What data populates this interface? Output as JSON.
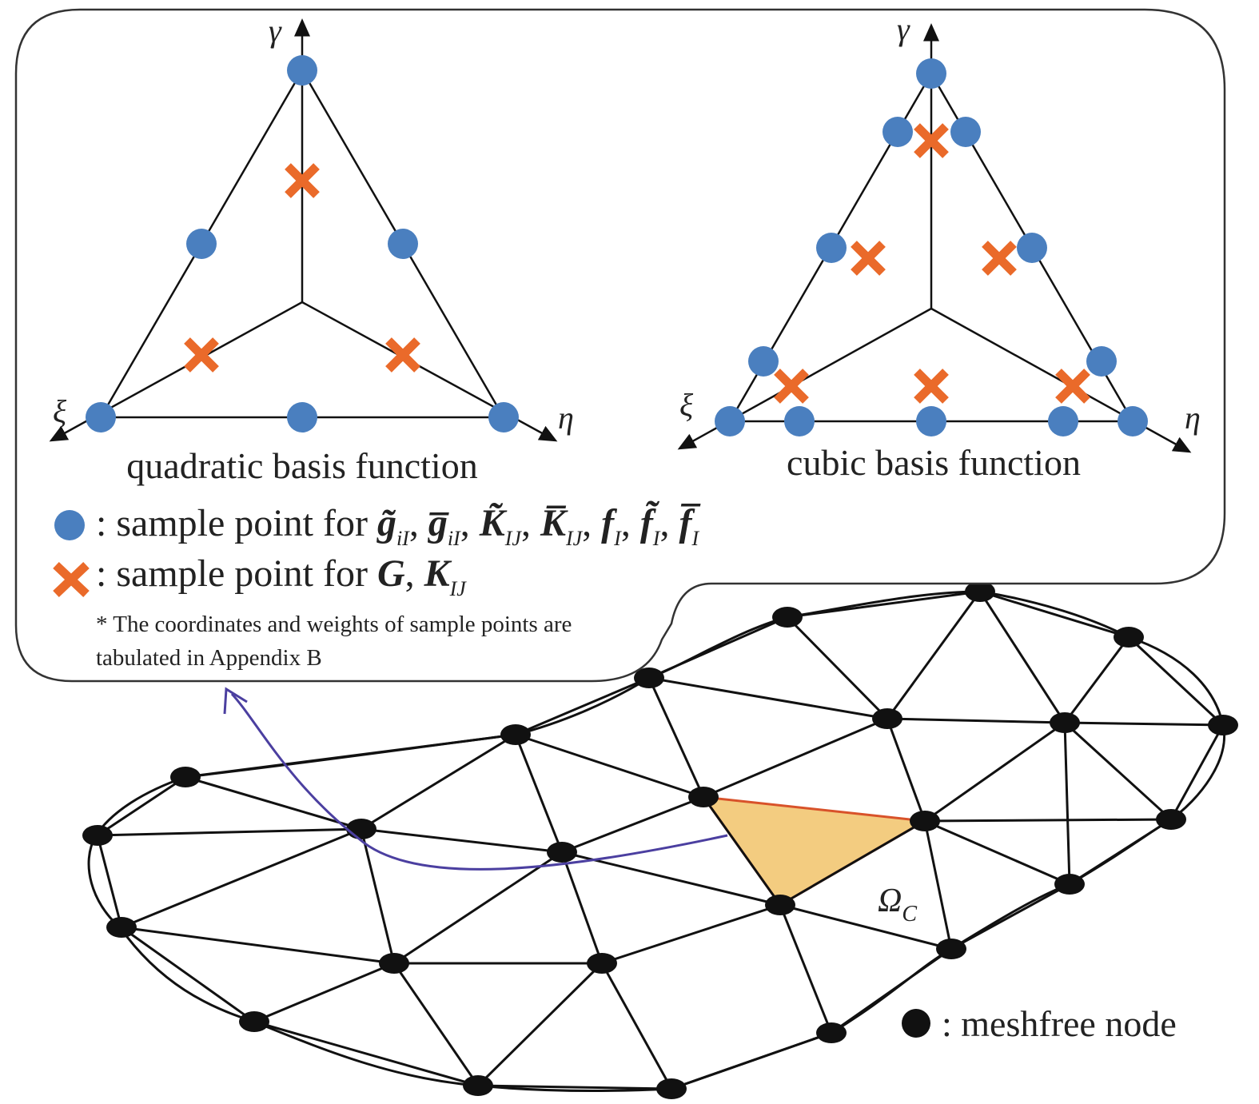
{
  "colors": {
    "sample_point_dot": "#4a7fbf",
    "sample_point_cross": "#ea6a2a",
    "highlight_fill": "#f3cc80",
    "highlight_edge": "#d8522a",
    "callout_arrow": "#4b3fa0",
    "mesh_line": "#111111"
  },
  "axes": {
    "gamma": "γ",
    "xi": "ξ",
    "eta": "η"
  },
  "quadratic_panel": {
    "caption": "quadratic basis function"
  },
  "cubic_panel": {
    "caption": "cubic basis function"
  },
  "legend": {
    "dot": {
      "prefix": ": sample point for",
      "terms": [
        {
          "mark": "~",
          "base": "g",
          "sub": "iI"
        },
        {
          "mark": "‾",
          "base": "g",
          "sub": "iI"
        },
        {
          "mark": "~",
          "base": "K",
          "sub": "IJ"
        },
        {
          "mark": "‾",
          "base": "K",
          "sub": "IJ"
        },
        {
          "mark": "",
          "base": "f",
          "sub": "I"
        },
        {
          "mark": "~",
          "base": "f",
          "sub": "I"
        },
        {
          "mark": "‾",
          "base": "f",
          "sub": "I"
        }
      ]
    },
    "cross": {
      "prefix": ": sample point for",
      "terms": [
        {
          "mark": "",
          "base": "G",
          "sub": ""
        },
        {
          "mark": "",
          "base": "K",
          "sub": "IJ"
        }
      ]
    },
    "note_line1": "* The coordinates and weights of sample points are",
    "note_line2": "tabulated in Appendix B"
  },
  "domain_label": {
    "base": "Ω",
    "sub": "C"
  },
  "node_legend": ": meshfree node",
  "icons": {
    "sample_dot": "blue-circle-icon",
    "sample_cross": "orange-cross-icon",
    "node": "black-dot-icon",
    "arrow": "curved-arrow-icon"
  }
}
